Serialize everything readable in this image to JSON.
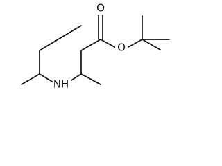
{
  "molecule": {
    "atoms": {
      "O_carbonyl": "O",
      "O_ester": "O",
      "N_ring": "NH"
    }
  }
}
